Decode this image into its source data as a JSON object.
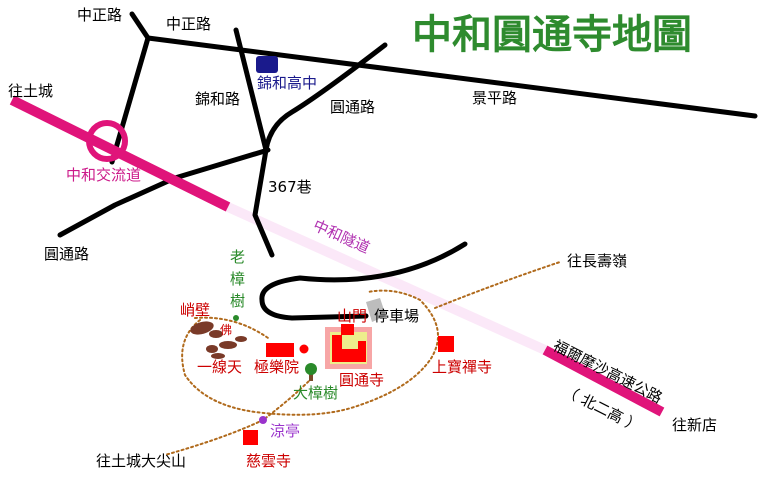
{
  "title": "中和圓通寺地圖",
  "colors": {
    "road": "#000000",
    "expressway": "#e0147a",
    "tunnel": "#fbe8f8",
    "trail": "#b06a1c",
    "temple": "#ff0000",
    "temple_label": "#cc0000",
    "green_label": "#2a8a2a",
    "magenta_label": "#cc1a8a",
    "school": "#1a1a8c",
    "title": "#2e8b2e",
    "parking": "#bdbdbd",
    "rock": "#7a3a28"
  },
  "labels": {
    "zhongzheng_rd_1": "中正路",
    "zhongzheng_rd_2": "中正路",
    "to_tucheng": "往土城",
    "jinhe_school": "錦和高中",
    "jinhe_rd": "錦和路",
    "yuantong_rd_1": "圓通路",
    "jingping_rd": "景平路",
    "interchange": "中和交流道",
    "lane_367": "367巷",
    "zhonghe_tunnel": "中和隧道",
    "yuantong_rd_2": "圓通路",
    "to_changshouling": "往長壽嶺",
    "old_camphor": "老樟樹",
    "cliff": "峭壁",
    "buddha": "佛",
    "mountain_gate": "山門",
    "parking": "停車場",
    "yixiantian": "一線天",
    "jile_court": "極樂院",
    "yuantong_temple": "圓通寺",
    "shangbao_temple": "上寶禪寺",
    "big_camphor": "大樟樹",
    "formosa_freeway": "福爾摩沙高速公路",
    "north_2_freeway": "（ 北二高 ）",
    "to_xindian": "往新店",
    "pavilion": "涼亭",
    "to_tucheng_dajianshan": "往土城大尖山",
    "ciyun_temple": "慈雲寺"
  }
}
